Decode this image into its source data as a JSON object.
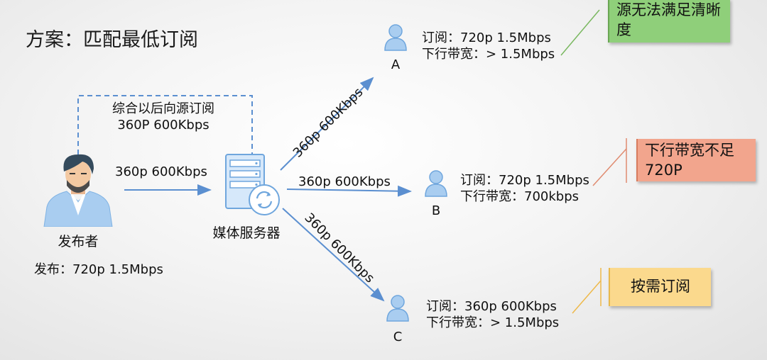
{
  "title": "方案：匹配最低订阅",
  "publisher": {
    "label": "发布者",
    "publish": "发布：720p 1.5Mbps"
  },
  "server": {
    "label": "媒体服务器"
  },
  "feedback": {
    "line1": "综合以后向源订阅",
    "line2": "360P 600Kbps"
  },
  "links": {
    "pub_to_server": "360p 600Kbps",
    "to_a": "360p 600Kbps",
    "to_b": "360p 600Kbps",
    "to_c": "360p 600Kbps"
  },
  "subscribers": {
    "a": {
      "name": "A",
      "sub": "订阅：720p 1.5Mbps",
      "bw": "下行带宽：> 1.5Mbps"
    },
    "b": {
      "name": "B",
      "sub": "订阅：720p 1.5Mbps",
      "bw": "下行带宽：700kbps"
    },
    "c": {
      "name": "C",
      "sub": "订阅：360p 600Kbps",
      "bw": "下行带宽：> 1.5Mbps"
    }
  },
  "notes": {
    "green": "源无法满足清晰度",
    "red": "下行带宽不足720P",
    "yellow": "按需订阅"
  },
  "colors": {
    "arrow": "#5b8fd0",
    "icon": "#a9cdf0",
    "icon_stroke": "#6fa6dd",
    "note_green": "#8fcf7a",
    "note_red": "#f2a58d",
    "note_yellow": "#fbd98d",
    "callout_green": "#7ab860",
    "callout_red": "#e08b70",
    "callout_yellow": "#eeb94a"
  }
}
